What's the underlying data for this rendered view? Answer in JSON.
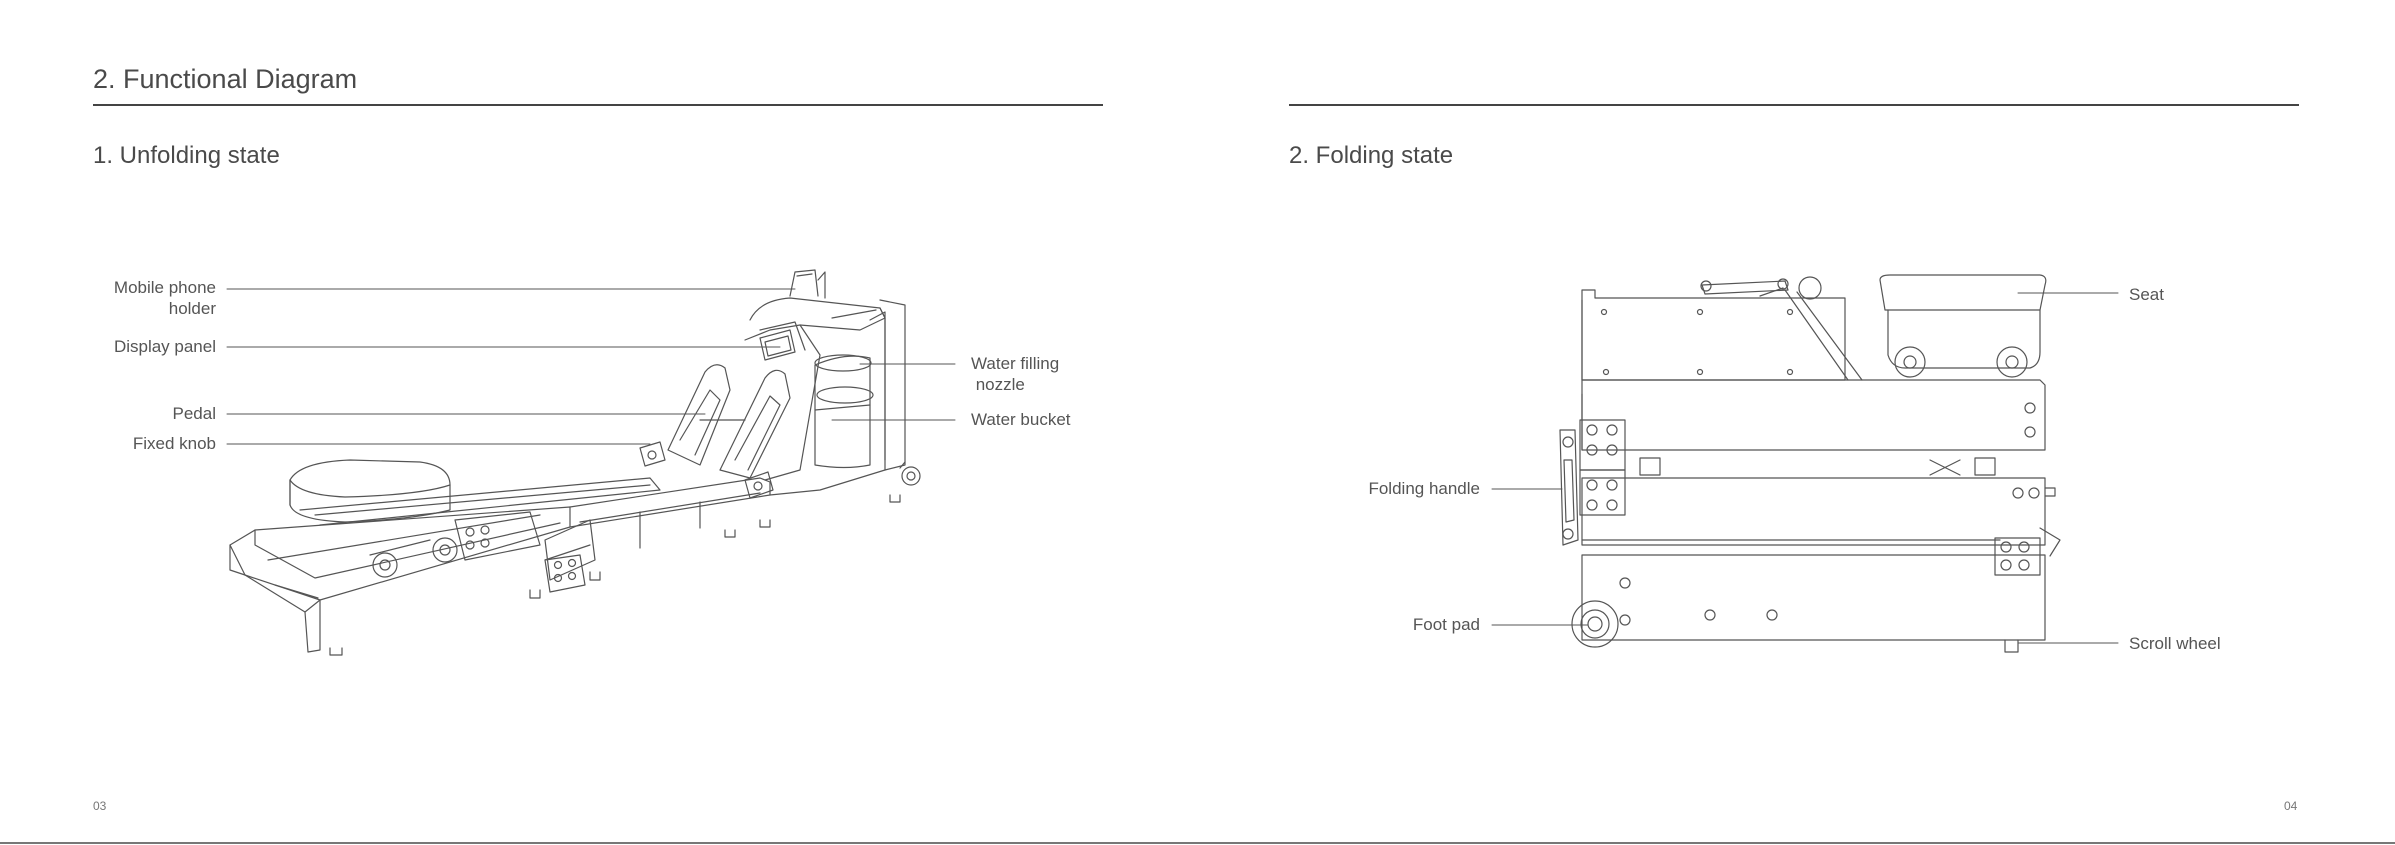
{
  "left_page": {
    "section_title": "2. Functional Diagram",
    "subsection_title": "1. Unfolding state",
    "labels": {
      "mobile_phone_holder": [
        "Mobile phone",
        "holder"
      ],
      "display_panel": "Display panel",
      "pedal": "Pedal",
      "fixed_knob": "Fixed knob",
      "water_filling_nozzle": [
        "Water filling",
        " nozzle"
      ],
      "water_bucket": "Water bucket"
    },
    "page_number": "03"
  },
  "right_page": {
    "subsection_title": "2. Folding state",
    "labels": {
      "seat": "Seat",
      "folding_handle": "Folding handle",
      "foot_pad": "Foot pad",
      "scroll_wheel": "Scroll wheel"
    },
    "page_number": "04"
  }
}
